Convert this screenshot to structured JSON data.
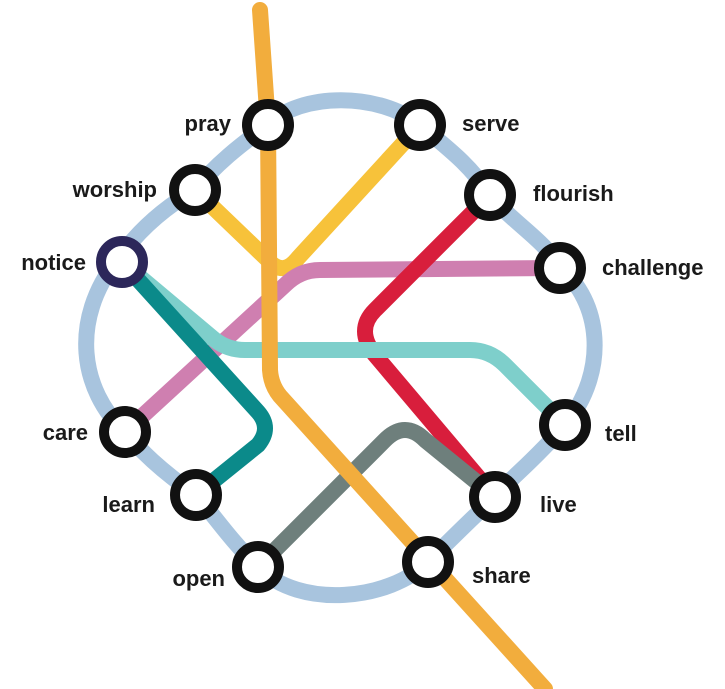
{
  "colors": {
    "ring": "#a8c4de",
    "orange": "#f2ad3d",
    "yellow": "#f7c23a",
    "pink": "#cf7fb0",
    "red": "#d81e3c",
    "teal_dark": "#0b8a8a",
    "teal_light": "#7ecfcb",
    "grey": "#6e7f7c",
    "station_stroke": "#111111",
    "notice_stroke": "#2c275a"
  },
  "stations": [
    {
      "key": "pray",
      "label": "pray"
    },
    {
      "key": "serve",
      "label": "serve"
    },
    {
      "key": "worship",
      "label": "worship"
    },
    {
      "key": "flourish",
      "label": "flourish"
    },
    {
      "key": "notice",
      "label": "notice"
    },
    {
      "key": "challenge",
      "label": "challenge"
    },
    {
      "key": "care",
      "label": "care"
    },
    {
      "key": "tell",
      "label": "tell"
    },
    {
      "key": "learn",
      "label": "learn"
    },
    {
      "key": "live",
      "label": "live"
    },
    {
      "key": "open",
      "label": "open"
    },
    {
      "key": "share",
      "label": "share"
    }
  ]
}
